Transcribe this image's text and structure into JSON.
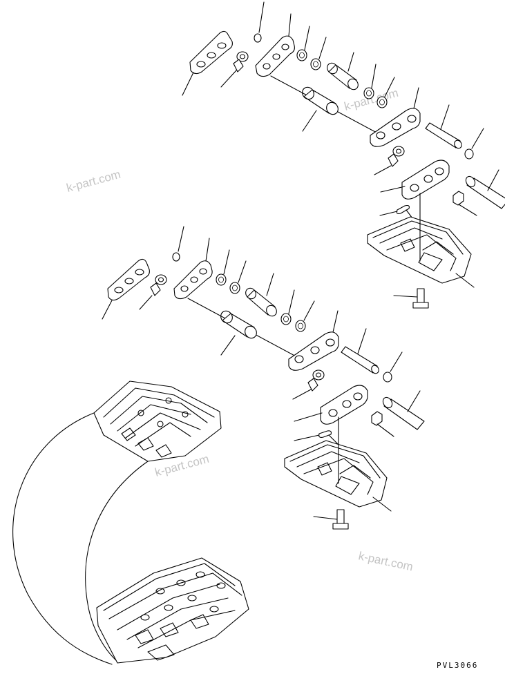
{
  "watermark": "k-part.com",
  "drawing_code": "PVL3066",
  "colors": {
    "line": "#000000",
    "background": "#ffffff",
    "watermark": "#c4c4c4"
  },
  "assemblies": [
    {
      "name": "upper-track-link-assembly"
    },
    {
      "name": "lower-track-link-assembly"
    }
  ],
  "track_loop": {
    "name": "track-shoe-chain-assembly"
  }
}
